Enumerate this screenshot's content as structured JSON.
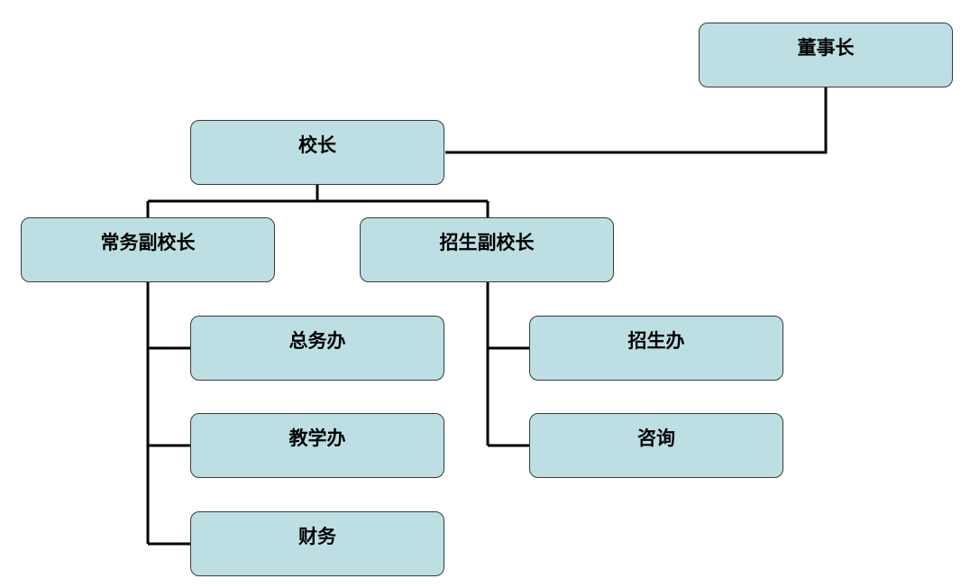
{
  "org_chart": {
    "board_chair": "董事长",
    "principal": "校长",
    "exec_vice_principal": "常务副校长",
    "admissions_vice_principal": "招生副校长",
    "general_affairs_office": "总务办",
    "teaching_office": "教学办",
    "finance": "财务",
    "admissions_office": "招生办",
    "consulting": "咨询"
  },
  "colors": {
    "node_fill": "#bddfe3",
    "node_border": "#3a3a3a",
    "connector": "#000000"
  }
}
